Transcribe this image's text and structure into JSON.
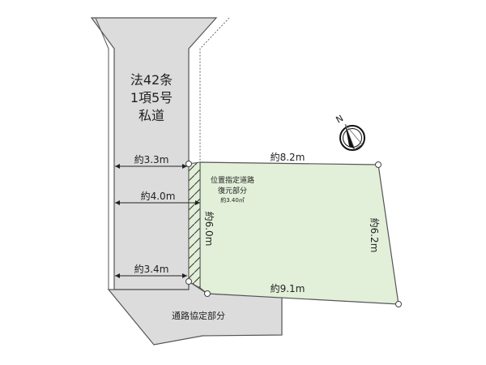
{
  "road_label_lines": [
    "法42条",
    "1項5号",
    "私道"
  ],
  "dimensions": {
    "road_width_top": "約3.3m",
    "road_width_mid": "約4.0m",
    "road_width_bottom": "約3.4m",
    "frontage": "約6.0m",
    "north_side": "約8.2m",
    "east_side": "約6.2m",
    "south_side": "約9.1m"
  },
  "restored_area": {
    "lines": [
      "位置指定道路",
      "復元部分"
    ],
    "area": "約3.40㎡"
  },
  "agreement_area_label": "通路協定部分",
  "compass_label": "N",
  "colors": {
    "road": "#dcdcdc",
    "lot": "#e2efd9",
    "line": "#555555"
  }
}
